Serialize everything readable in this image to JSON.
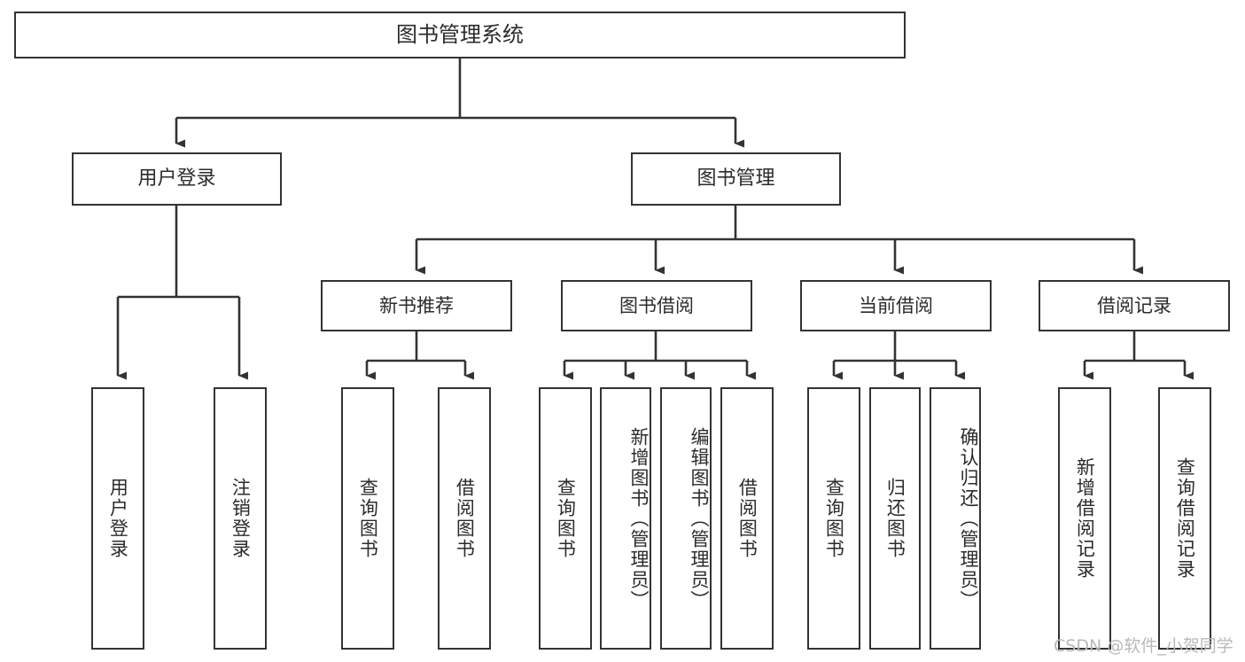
{
  "diagram": {
    "title": "图书管理系统",
    "type": "hierarchy-tree",
    "root": {
      "label": "图书管理系统"
    },
    "level1": [
      {
        "label": "用户登录"
      },
      {
        "label": "图书管理"
      }
    ],
    "level2": [
      {
        "label": "新书推荐"
      },
      {
        "label": "图书借阅"
      },
      {
        "label": "当前借阅"
      },
      {
        "label": "借阅记录"
      }
    ],
    "leaves": {
      "user_login": [
        {
          "label": "用户登录"
        },
        {
          "label": "注销登录"
        }
      ],
      "new_book_recommend": [
        {
          "label": "查询图书"
        },
        {
          "label": "借阅图书"
        }
      ],
      "book_borrow": [
        {
          "label": "查询图书"
        },
        {
          "label": "新增图书（管理员）"
        },
        {
          "label": "编辑图书（管理员）"
        },
        {
          "label": "借阅图书"
        }
      ],
      "current_borrow": [
        {
          "label": "查询图书"
        },
        {
          "label": "归还图书"
        },
        {
          "label": "确认归还（管理员）"
        }
      ],
      "borrow_record": [
        {
          "label": "新增借阅记录"
        },
        {
          "label": "查询借阅记录"
        }
      ]
    }
  },
  "watermark": {
    "text": "CSDN @软件_小贺同学"
  },
  "colors": {
    "border": "#333333",
    "text": "#2b2b2b",
    "background": "#ffffff",
    "watermark": "#b9b9b9"
  }
}
